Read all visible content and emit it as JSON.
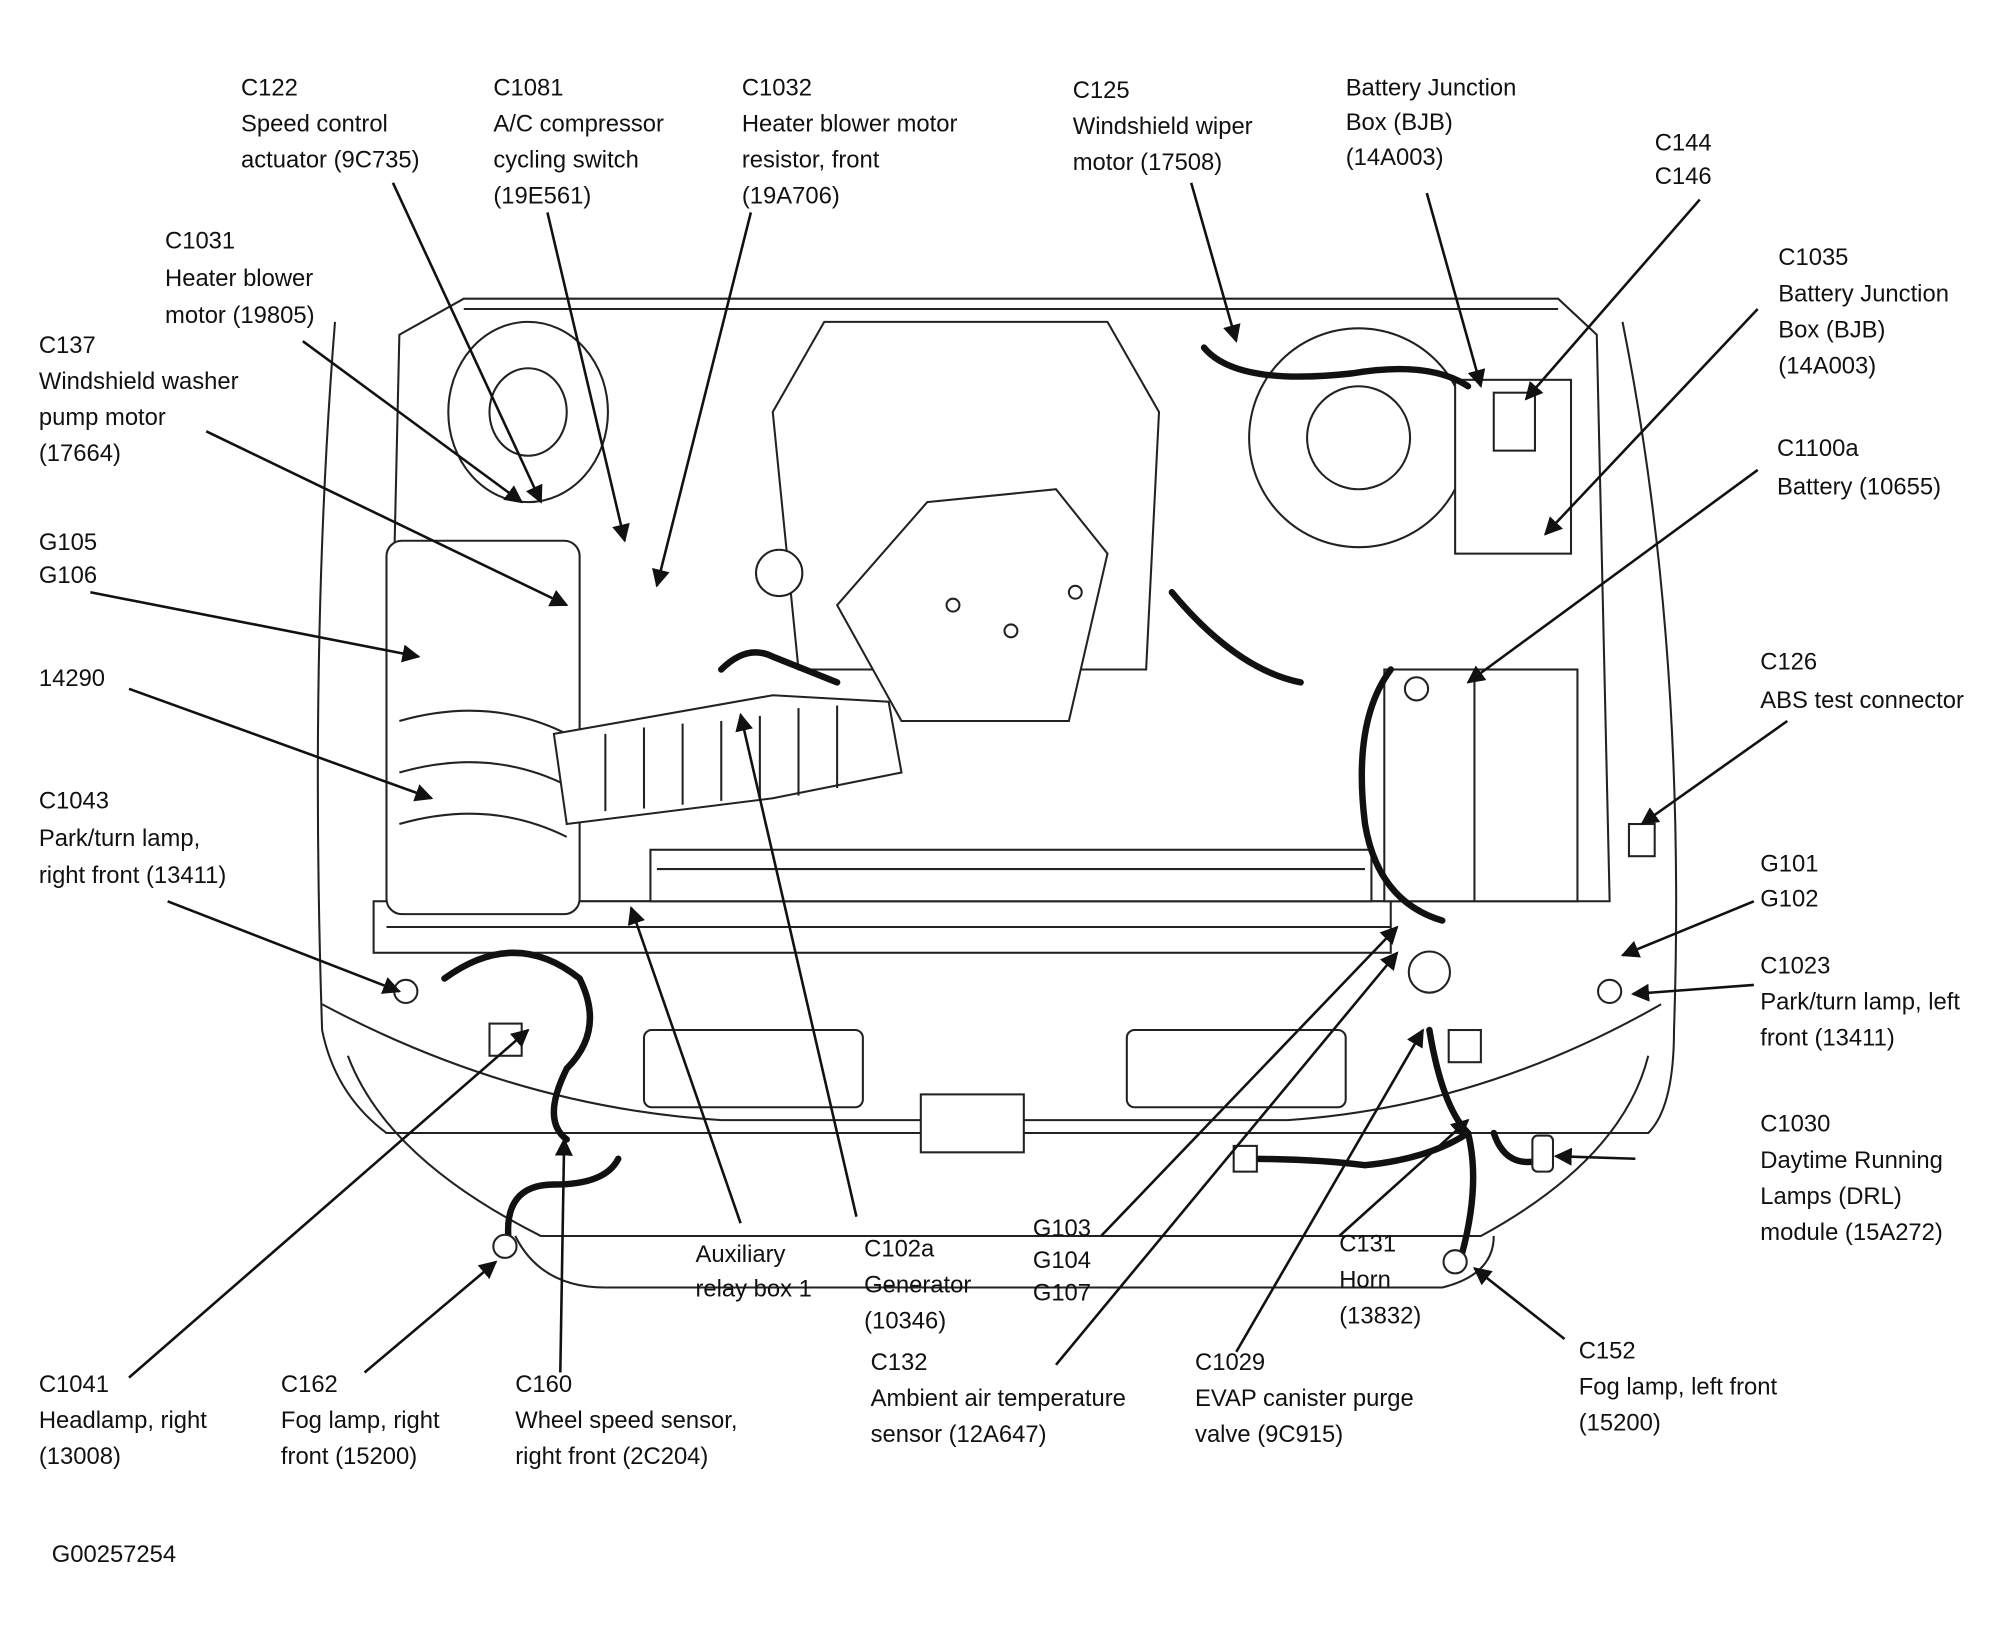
{
  "figure_id": "G00257254",
  "labels": {
    "c122": [
      "C122",
      "Speed control",
      "actuator (9C735)"
    ],
    "c1081": [
      "C1081",
      "A/C compressor",
      "cycling switch",
      "(19E561)"
    ],
    "c1032": [
      "C1032",
      "Heater blower motor",
      "resistor, front",
      "(19A706)"
    ],
    "c125": [
      "C125",
      "Windshield wiper",
      "motor (17508)"
    ],
    "bjb": [
      "Battery Junction",
      "Box (BJB)",
      "(14A003)"
    ],
    "c144": [
      "C144",
      "C146"
    ],
    "c1035": [
      "C1035",
      "Battery Junction",
      "Box (BJB)",
      "(14A003)"
    ],
    "c1100a": [
      "C1100a",
      "Battery (10655)"
    ],
    "c126": [
      "C126",
      "ABS test connector"
    ],
    "g101": [
      "G101",
      "G102"
    ],
    "c1023": [
      "C1023",
      "Park/turn lamp, left",
      "front (13411)"
    ],
    "c1030": [
      "C1030",
      "Daytime Running",
      "Lamps (DRL)",
      "module (15A272)"
    ],
    "c152": [
      "C152",
      "Fog lamp, left front",
      "(15200)"
    ],
    "c1029": [
      "C1029",
      "EVAP canister purge",
      "valve (9C915)"
    ],
    "c131": [
      "C131",
      "Horn",
      "(13832)"
    ],
    "c132": [
      "C132",
      "Ambient air temperature",
      "sensor (12A647)"
    ],
    "g103": [
      "G103",
      "G104",
      "G107"
    ],
    "c102a": [
      "C102a",
      "Generator",
      "(10346)"
    ],
    "aux": [
      "Auxiliary",
      "relay box 1"
    ],
    "c160": [
      "C160",
      "Wheel speed sensor,",
      "right front (2C204)"
    ],
    "c162": [
      "C162",
      "Fog lamp, right",
      "front (15200)"
    ],
    "c1041": [
      "C1041",
      "Headlamp, right",
      "(13008)"
    ],
    "c1043": [
      "C1043",
      "Park/turn lamp,",
      "right front (13411)"
    ],
    "n14290": [
      "14290"
    ],
    "g105": [
      "G105",
      "G106"
    ],
    "c137": [
      "C137",
      "Windshield washer",
      "pump motor",
      "(17664)"
    ],
    "c1031": [
      "C1031",
      "Heater blower",
      "motor (19805)"
    ]
  }
}
